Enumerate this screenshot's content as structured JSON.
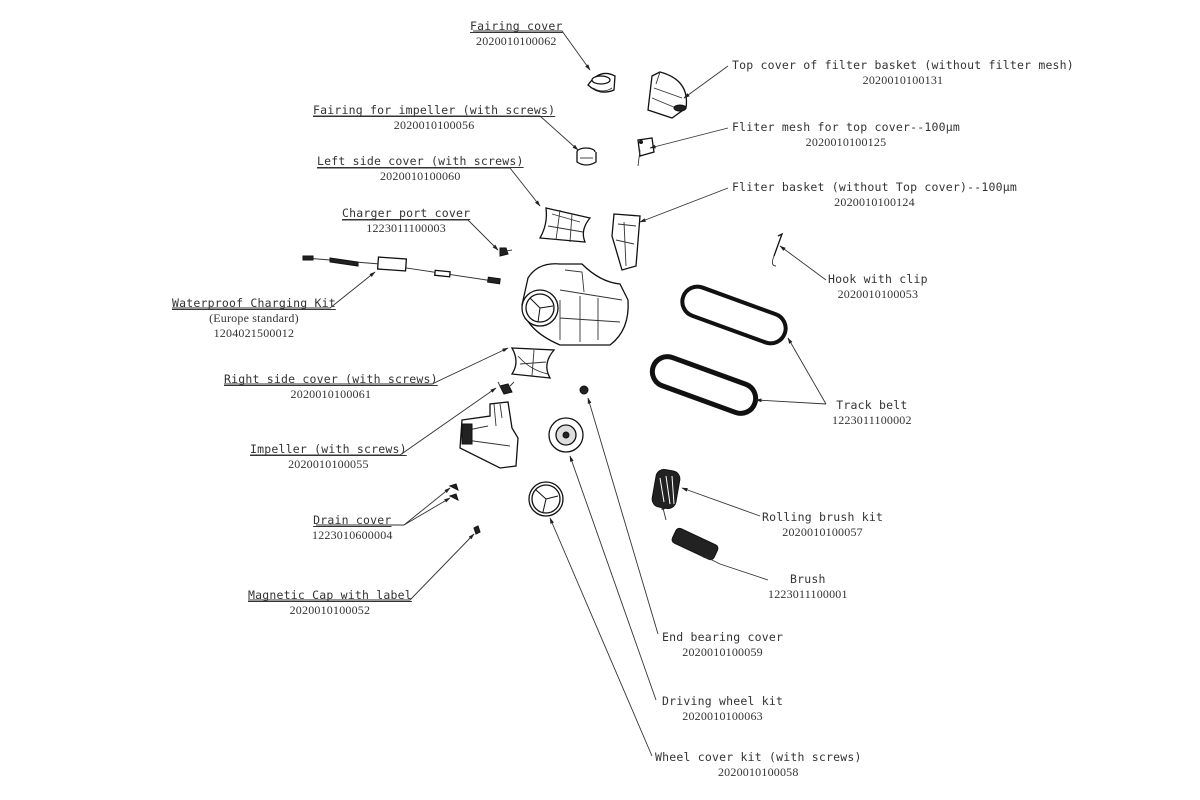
{
  "diagram": {
    "title": "Exploded parts diagram — pool cleaning robot",
    "parts": [
      {
        "id": "fairing-cover",
        "name": "Fairing cover",
        "part_no": "2020010100062"
      },
      {
        "id": "top-cover-filter-basket",
        "name": "Top cover of filter basket (without filter mesh)",
        "part_no": "2020010100131"
      },
      {
        "id": "fairing-for-impeller",
        "name": "Fairing for impeller (with screws)",
        "part_no": "2020010100056"
      },
      {
        "id": "filter-mesh-top-cover",
        "name": "Fliter mesh for top cover--100μm",
        "part_no": "2020010100125"
      },
      {
        "id": "left-side-cover",
        "name": "Left side cover (with screws)",
        "part_no": "2020010100060"
      },
      {
        "id": "filter-basket",
        "name": "Fliter basket (without Top cover)--100μm",
        "part_no": "2020010100124"
      },
      {
        "id": "charger-port-cover",
        "name": "Charger port cover",
        "part_no": "1223011100003"
      },
      {
        "id": "hook-with-clip",
        "name": "Hook with clip",
        "part_no": "2020010100053"
      },
      {
        "id": "waterproof-charging-kit",
        "name": "Waterproof Charging Kit",
        "subtitle": "(Europe standard)",
        "part_no": "1204021500012"
      },
      {
        "id": "right-side-cover",
        "name": "Right side cover (with screws)",
        "part_no": "2020010100061"
      },
      {
        "id": "track-belt",
        "name": "Track belt",
        "part_no": "1223011100002"
      },
      {
        "id": "impeller",
        "name": "Impeller (with screws)",
        "part_no": "2020010100055"
      },
      {
        "id": "rolling-brush-kit",
        "name": "Rolling brush kit",
        "part_no": "2020010100057"
      },
      {
        "id": "drain-cover",
        "name": "Drain cover",
        "part_no": "1223010600004"
      },
      {
        "id": "brush",
        "name": "Brush",
        "part_no": "1223011100001"
      },
      {
        "id": "magnetic-cap",
        "name": "Magnetic Cap with label",
        "part_no": "2020010100052"
      },
      {
        "id": "end-bearing-cover",
        "name": "End bearing cover",
        "part_no": "2020010100059"
      },
      {
        "id": "driving-wheel-kit",
        "name": "Driving wheel kit",
        "part_no": "2020010100063"
      },
      {
        "id": "wheel-cover-kit",
        "name": "Wheel cover kit (with screws)",
        "part_no": "2020010100058"
      }
    ]
  }
}
